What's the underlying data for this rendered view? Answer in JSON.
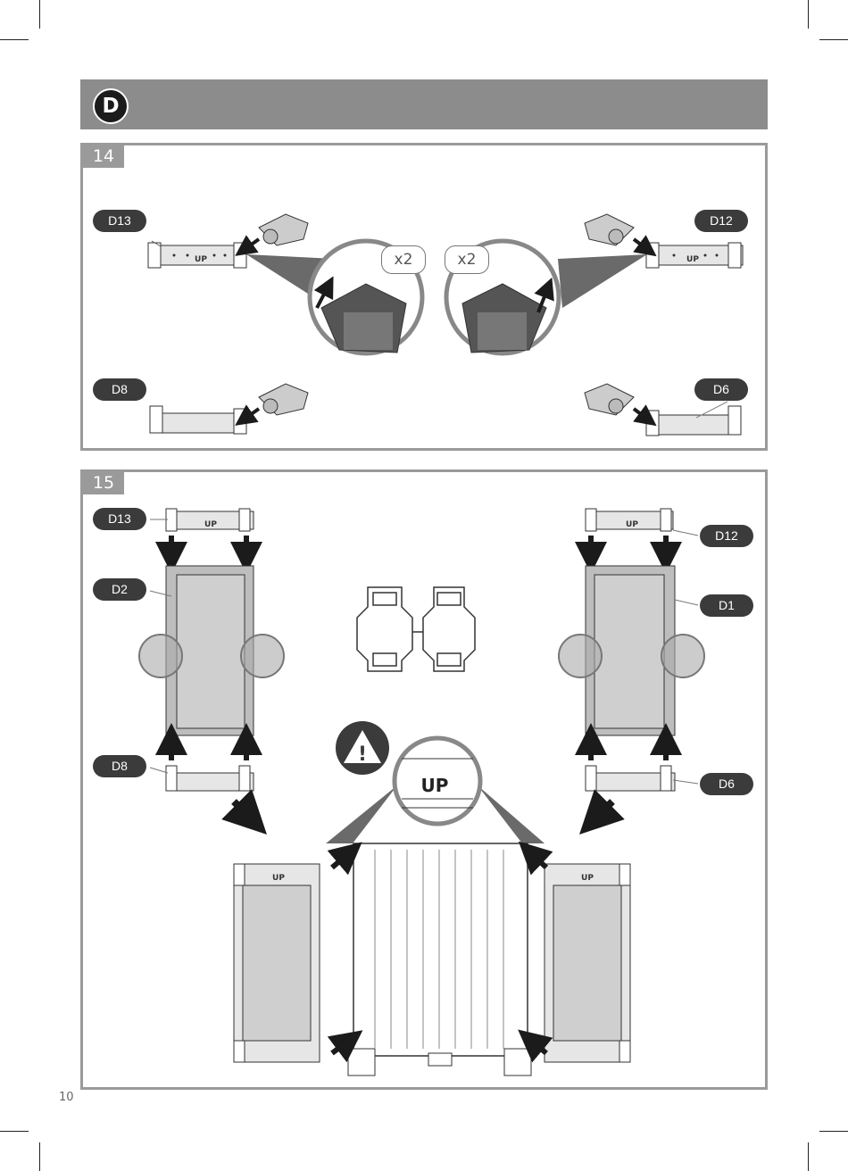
{
  "section": {
    "letter": "D"
  },
  "steps": [
    {
      "number": "14",
      "labels": {
        "top_left": "D13",
        "top_right": "D12",
        "bottom_left": "D8",
        "bottom_right": "D6"
      },
      "quantity": "x2"
    },
    {
      "number": "15",
      "labels": {
        "top_left": "D13",
        "top_right": "D12",
        "mid_left": "D2",
        "mid_right": "D1",
        "bottom_left": "D8",
        "bottom_right": "D6"
      },
      "up_label": "UP",
      "warning_symbol": "!"
    }
  ],
  "page": {
    "number": "10"
  },
  "icons": [
    "warning-triangle-icon",
    "arrow-icon",
    "magnifier-callout-icon",
    "rail-clip-icon"
  ]
}
